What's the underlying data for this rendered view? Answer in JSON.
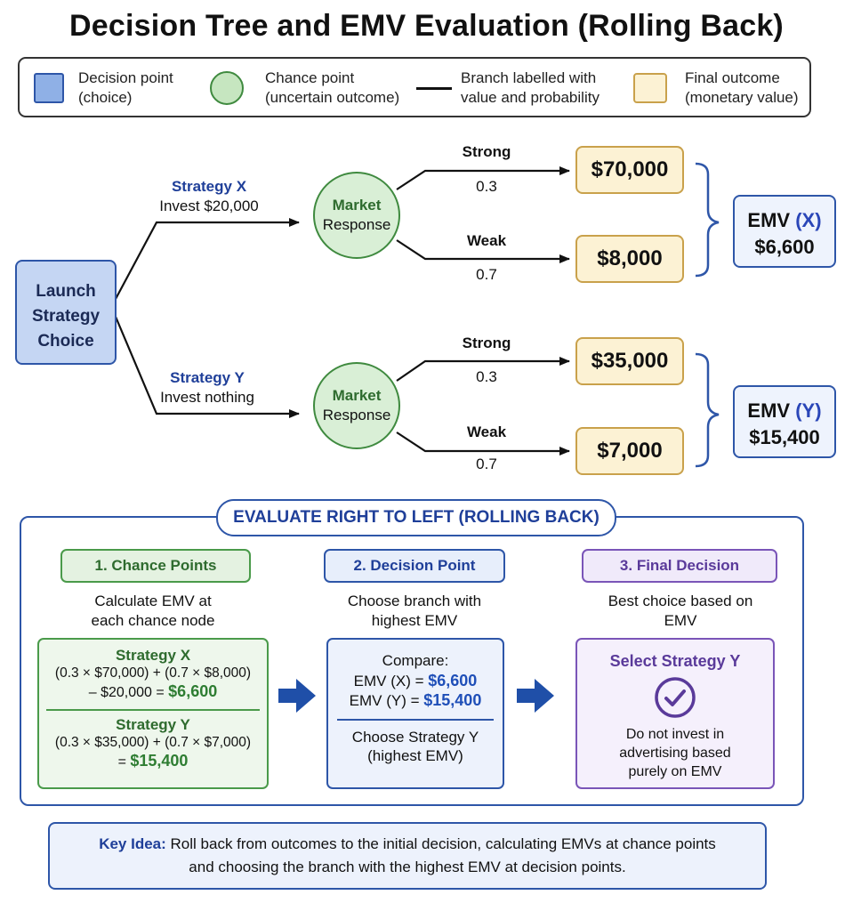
{
  "title": "Decision Tree and EMV Evaluation (Rolling Back)",
  "legend": {
    "decision": [
      "Decision point",
      "(choice)"
    ],
    "chance": [
      "Chance point",
      "(uncertain outcome)"
    ],
    "branch": [
      "Branch labelled with",
      "value and probability"
    ],
    "outcome": [
      "Final outcome",
      "(monetary value)"
    ]
  },
  "tree": {
    "root": [
      "Launch",
      "Strategy",
      "Choice"
    ],
    "strategies": [
      {
        "name": "Strategy X",
        "investment": "Invest $20,000",
        "chance_node": [
          "Market",
          "Response"
        ],
        "branches": [
          {
            "label": "Strong",
            "probability": "0.3",
            "outcome": "$70,000"
          },
          {
            "label": "Weak",
            "probability": "0.7",
            "outcome": "$8,000"
          }
        ],
        "emv_label": "EMV",
        "emv_tag": "(X)",
        "emv_value": "$6,600"
      },
      {
        "name": "Strategy Y",
        "investment": "Invest nothing",
        "chance_node": [
          "Market",
          "Response"
        ],
        "branches": [
          {
            "label": "Strong",
            "probability": "0.3",
            "outcome": "$35,000"
          },
          {
            "label": "Weak",
            "probability": "0.7",
            "outcome": "$7,000"
          }
        ],
        "emv_label": "EMV",
        "emv_tag": "(Y)",
        "emv_value": "$15,400"
      }
    ]
  },
  "evaluation": {
    "heading": "EVALUATE RIGHT TO LEFT (ROLLING BACK)",
    "steps": [
      {
        "pill": "1. Chance Points",
        "desc": [
          "Calculate EMV at",
          "each chance node"
        ],
        "x_title": "Strategy X",
        "x_line1": "(0.3 × $70,000) + (0.7 × $8,000)",
        "x_line2_prefix": "– $20,000 =",
        "x_result": "$6,600",
        "y_title": "Strategy Y",
        "y_line1": "(0.3 × $35,000) + (0.7 × $7,000)",
        "y_line2_prefix": "=",
        "y_result": "$15,400"
      },
      {
        "pill": "2. Decision Point",
        "desc": [
          "Choose branch with",
          "highest EMV"
        ],
        "compare": "Compare:",
        "emv_x_prefix": "EMV (X) =",
        "emv_x_value": "$6,600",
        "emv_y_prefix": "EMV (Y) =",
        "emv_y_value": "$15,400",
        "choose": [
          "Choose Strategy Y",
          "(highest EMV)"
        ]
      },
      {
        "pill": "3. Final Decision",
        "desc": [
          "Best choice based on",
          "EMV"
        ],
        "select": "Select Strategy Y",
        "note": [
          "Do not invest in",
          "advertising based",
          "purely on EMV"
        ]
      }
    ]
  },
  "key_idea": {
    "label": "Key Idea:",
    "text1": "Roll back from outcomes to the initial decision, calculating EMVs at chance points",
    "text2": "and choosing the branch with the highest EMV at decision points."
  },
  "colors": {
    "decision_fill": "#c5d6f3",
    "decision_stroke": "#2e56a8",
    "chance_fill": "#d9efd6",
    "chance_stroke": "#3f8a3f",
    "outcome_fill": "#fcf2d4",
    "outcome_stroke": "#c9a14b",
    "accent_blue": "#1f3f99",
    "accent_green": "#2e7d32",
    "accent_purple": "#5a3a9a"
  }
}
